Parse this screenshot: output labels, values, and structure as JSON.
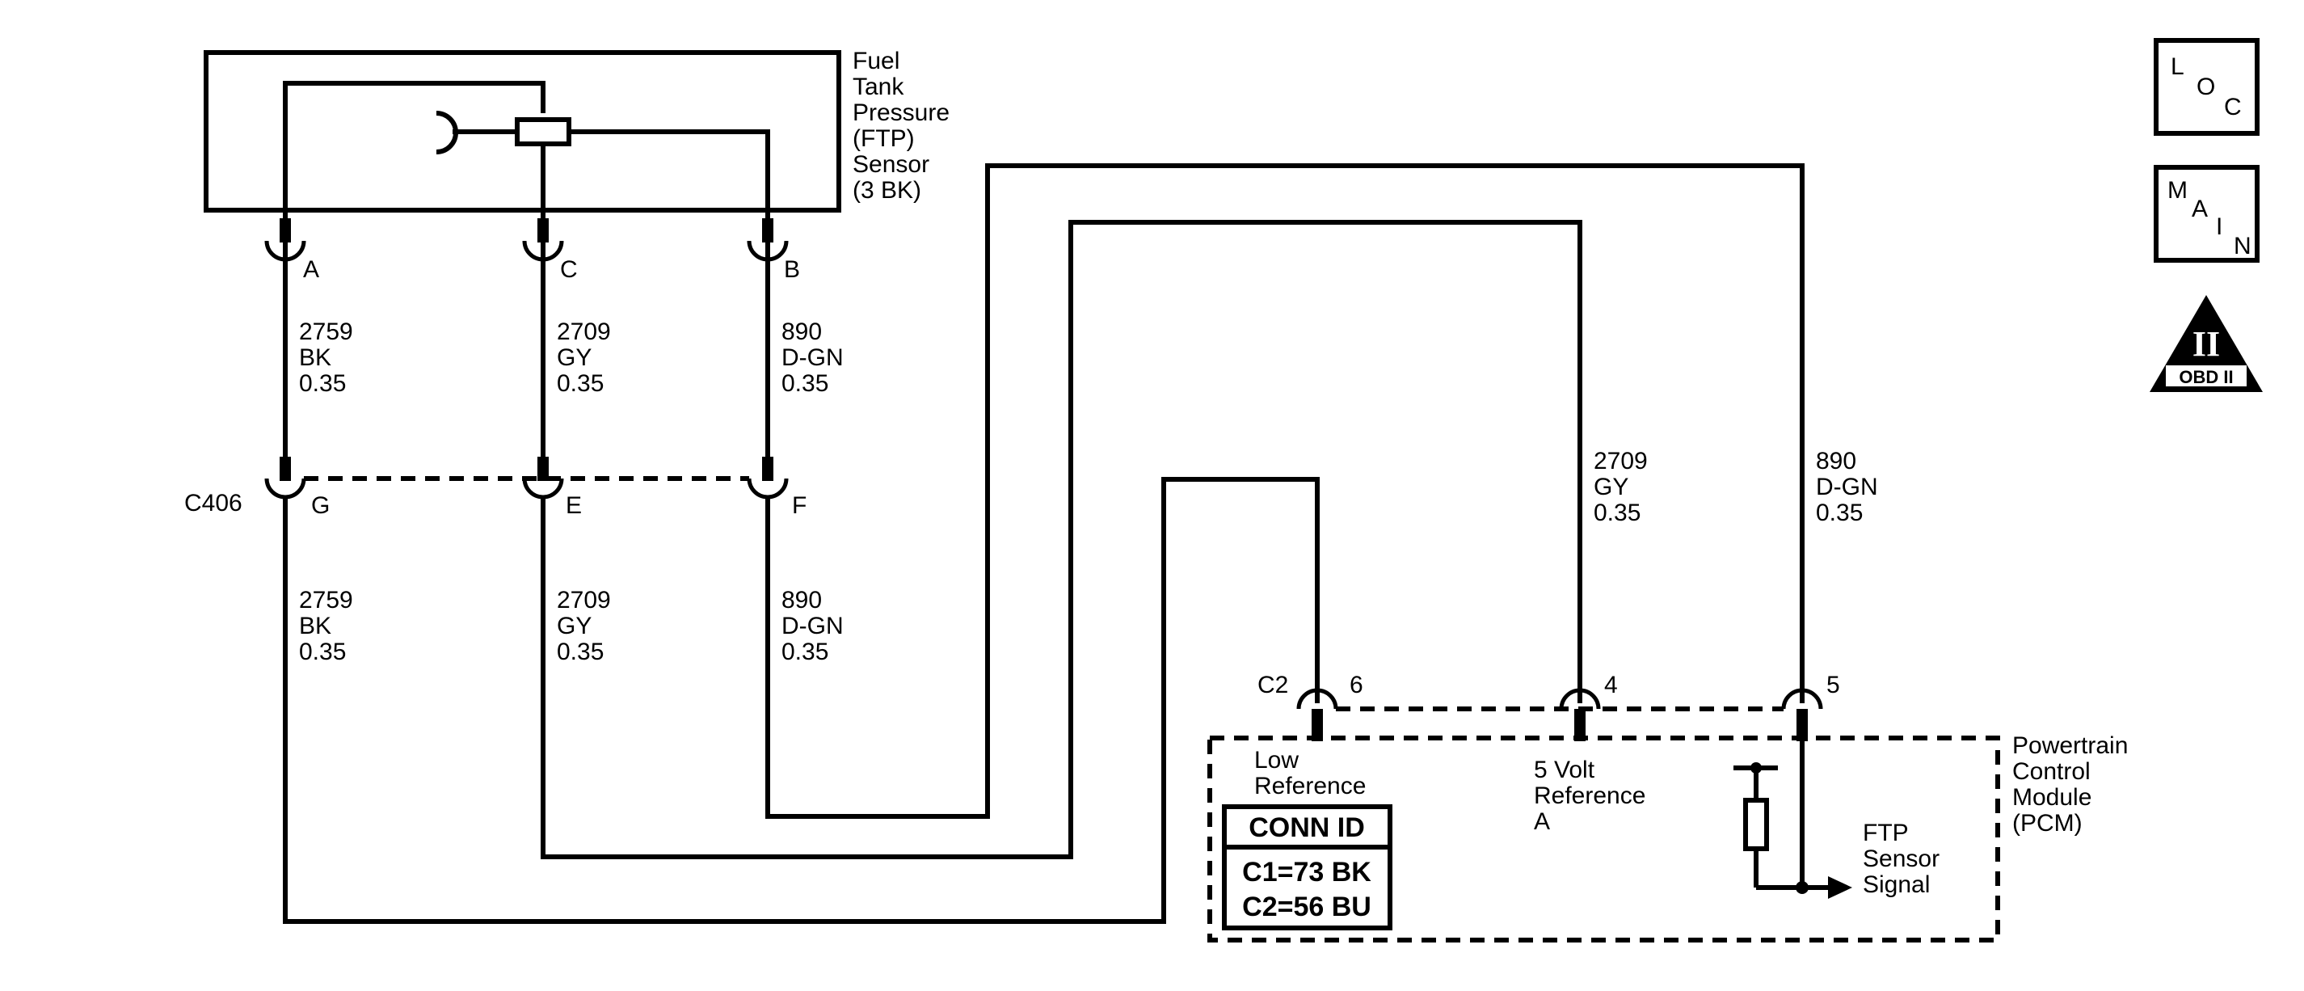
{
  "sensor": {
    "name_lines": [
      "Fuel",
      "Tank",
      "Pressure",
      "(FTP)",
      "Sensor",
      "(3 BK)"
    ],
    "pins": {
      "A": "A",
      "C": "C",
      "B": "B"
    }
  },
  "connector_c406": {
    "name": "C406",
    "pins": {
      "G": "G",
      "E": "E",
      "F": "F"
    }
  },
  "wires": {
    "top_a": [
      "2759",
      "BK",
      "0.35"
    ],
    "top_c": [
      "2709",
      "GY",
      "0.35"
    ],
    "top_b": [
      "890",
      "D-GN",
      "0.35"
    ],
    "bot_g": [
      "2759",
      "BK",
      "0.35"
    ],
    "bot_e": [
      "2709",
      "GY",
      "0.35"
    ],
    "bot_f": [
      "890",
      "D-GN",
      "0.35"
    ],
    "pcm_4": [
      "2709",
      "GY",
      "0.35"
    ],
    "pcm_5": [
      "890",
      "D-GN",
      "0.35"
    ]
  },
  "pcm": {
    "connector": "C2",
    "pins": {
      "p6": "6",
      "p4": "4",
      "p5": "5"
    },
    "name_lines": [
      "Powertrain",
      "Control",
      "Module",
      "(PCM)"
    ],
    "low_ref": [
      "Low",
      "Reference"
    ],
    "five_volt": [
      "5 Volt",
      "Reference",
      "A"
    ],
    "ftp_signal": [
      "FTP",
      "Sensor",
      "Signal"
    ]
  },
  "conn_id": {
    "title": "CONN ID",
    "rows": [
      "C1=73 BK",
      "C2=56 BU"
    ]
  },
  "nav": {
    "loc": [
      "L",
      "O",
      "C"
    ],
    "main": [
      "M",
      "A",
      "I",
      "N"
    ],
    "obd_numeral": "II",
    "obd_text": "OBD II"
  }
}
